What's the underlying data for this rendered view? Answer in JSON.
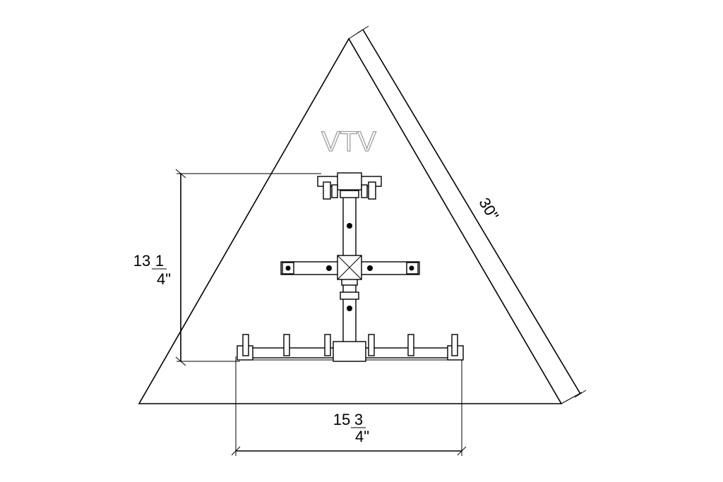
{
  "diagram": {
    "watermark": "VTV",
    "dimensions": {
      "side_length": {
        "text": "30\""
      },
      "height": {
        "whole": "13",
        "fraction_num": "1",
        "fraction_den": "4\""
      },
      "width": {
        "whole": "15",
        "fraction_num": "3",
        "fraction_den": "4\""
      }
    }
  }
}
